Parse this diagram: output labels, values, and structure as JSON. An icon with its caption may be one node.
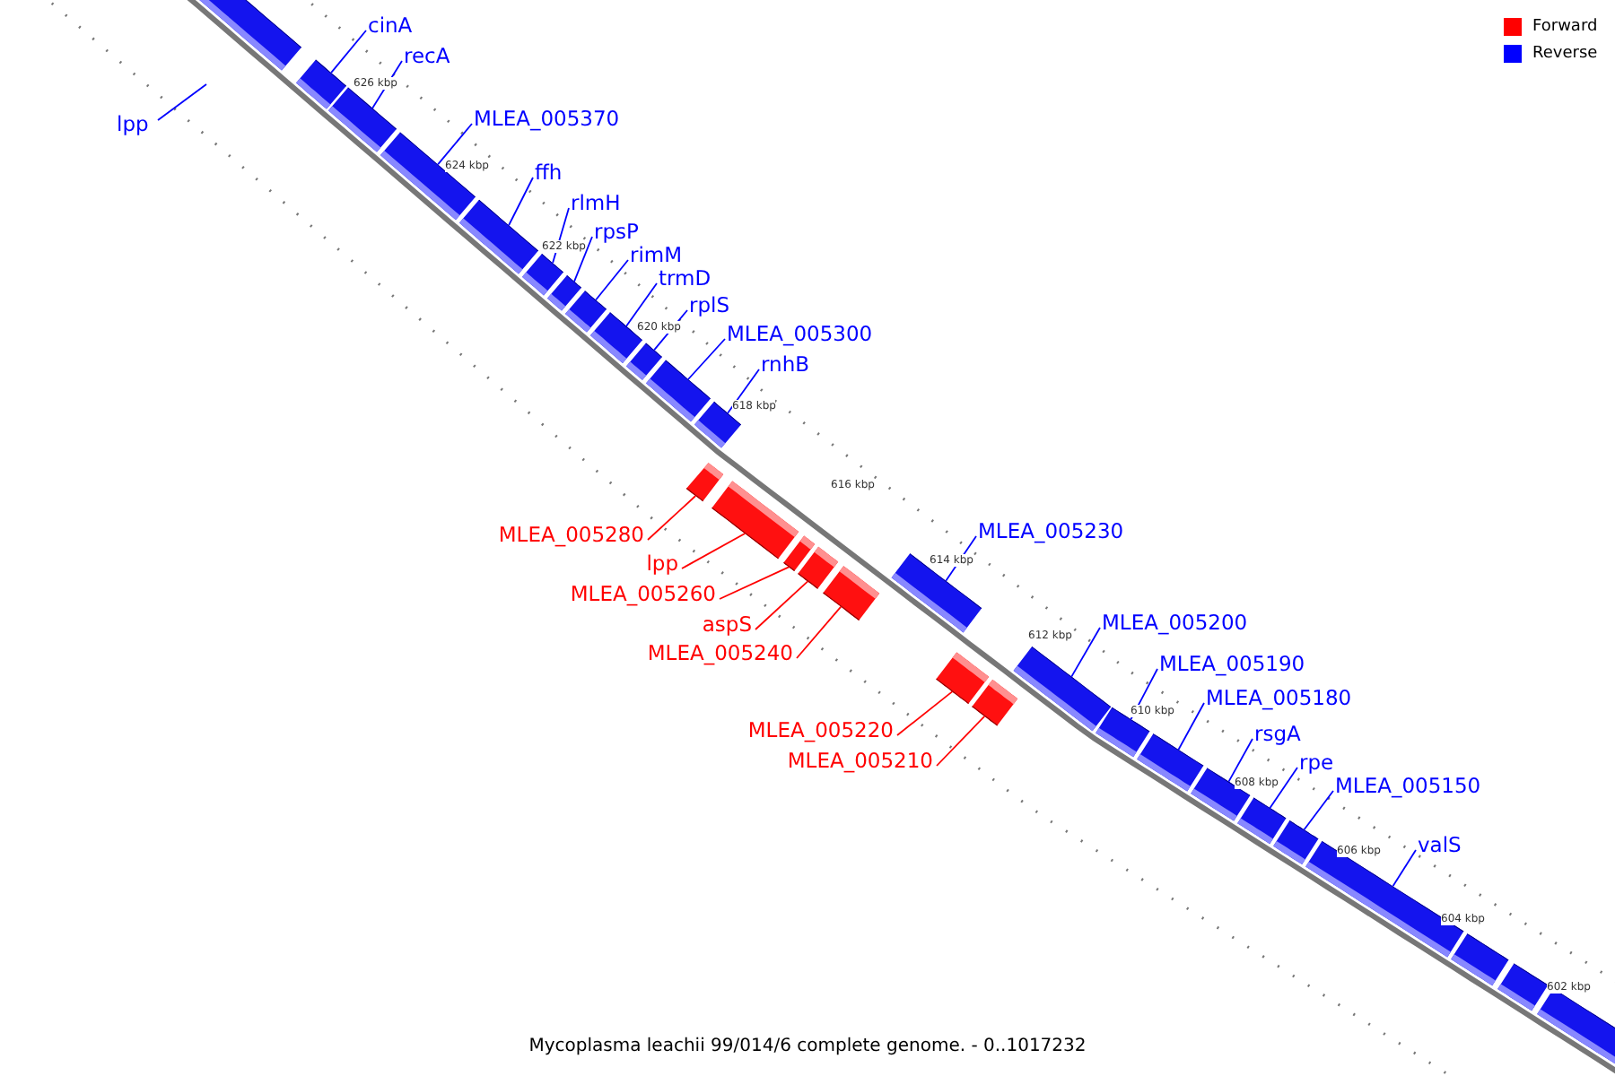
{
  "diagram": {
    "caption": "Mycoplasma leachii 99/014/6 complete genome. - 0..1017232",
    "nodes": [
      {
        "text": [
          "cinA"
        ]
      },
      {
        "text": [
          "recA"
        ]
      },
      {
        "text": [
          "MLEA_005370"
        ]
      },
      {
        "text": [
          "lpp"
        ]
      },
      {
        "text": [
          "ffh"
        ]
      },
      {
        "text": [
          "rlmH"
        ]
      },
      {
        "text": [
          "rpsP"
        ]
      },
      {
        "text": [
          "rimM"
        ]
      },
      {
        "text": [
          "trmD"
        ]
      },
      {
        "text": [
          "rplS"
        ]
      },
      {
        "text": [
          "MLEA_005300"
        ]
      },
      {
        "text": [
          "rnhB"
        ]
      },
      {
        "text": [
          "MLEA_005230"
        ]
      },
      {
        "text": [
          "MLEA_005280"
        ]
      },
      {
        "text": [
          "lpp"
        ]
      },
      {
        "text": [
          "MLEA_005260"
        ]
      },
      {
        "text": [
          "MLEA_005200"
        ]
      },
      {
        "text": [
          "aspS"
        ]
      },
      {
        "text": [
          "MLEA_005240"
        ]
      },
      {
        "text": [
          "MLEA_005190"
        ]
      },
      {
        "text": [
          "MLEA_005180"
        ]
      },
      {
        "text": [
          "MLEA_005220"
        ]
      },
      {
        "text": [
          "rsgA"
        ]
      },
      {
        "text": [
          "MLEA_005210"
        ]
      },
      {
        "text": [
          "rpe"
        ]
      },
      {
        "text": [
          "MLEA_005150"
        ]
      },
      {
        "text": [
          "valS"
        ]
      },
      {
        "text": [],
        "shape": "bar"
      },
      {
        "text": [],
        "shape": "bar"
      },
      {
        "text": [],
        "shape": "bar"
      },
      {
        "text": [],
        "shape": "bar"
      },
      {
        "text": [],
        "shape": "bar"
      },
      {
        "text": [],
        "shape": "bar"
      },
      {
        "text": [],
        "shape": "bar"
      },
      {
        "text": [],
        "shape": "bar"
      },
      {
        "text": [],
        "shape": "bar"
      },
      {
        "text": [],
        "shape": "bar"
      },
      {
        "text": [],
        "shape": "bar"
      },
      {
        "text": [],
        "shape": "bar"
      },
      {
        "text": [],
        "shape": "bar"
      },
      {
        "text": [],
        "shape": "bar"
      },
      {
        "text": [],
        "shape": "bar"
      },
      {
        "text": [],
        "shape": "bar"
      },
      {
        "text": [],
        "shape": "bar"
      },
      {
        "text": [],
        "shape": "bar"
      },
      {
        "text": [],
        "shape": "bar"
      },
      {
        "text": [],
        "shape": "bar"
      },
      {
        "text": [],
        "shape": "bar"
      },
      {
        "text": [],
        "shape": "bar"
      },
      {
        "text": [],
        "shape": "bar"
      },
      {
        "text": [],
        "shape": "bar"
      },
      {
        "text": [],
        "shape": "bar"
      },
      {
        "text": [],
        "shape": "bar"
      },
      {
        "text": [],
        "shape": "bar"
      },
      {
        "text": [],
        "shape": "bar"
      },
      {
        "text": [],
        "shape": "bar"
      },
      {
        "text": [],
        "shape": "bar"
      }
    ],
    "edges": [
      {
        "from": 0,
        "to": 28,
        "arrow": "none"
      },
      {
        "from": 1,
        "to": 29,
        "arrow": "none"
      },
      {
        "from": 2,
        "to": 30,
        "arrow": "none"
      },
      {
        "from": 3,
        "to": null,
        "arrow": "none"
      },
      {
        "from": 4,
        "to": 31,
        "arrow": "none"
      },
      {
        "from": 5,
        "to": 32,
        "arrow": "none"
      },
      {
        "from": 6,
        "to": 33,
        "arrow": "none"
      },
      {
        "from": 7,
        "to": 34,
        "arrow": "none"
      },
      {
        "from": 8,
        "to": 35,
        "arrow": "none"
      },
      {
        "from": 9,
        "to": 36,
        "arrow": "none"
      },
      {
        "from": 10,
        "to": 37,
        "arrow": "none"
      },
      {
        "from": 11,
        "to": 38,
        "arrow": "none"
      },
      {
        "from": 12,
        "to": 44,
        "arrow": "none"
      },
      {
        "from": 13,
        "to": 39,
        "arrow": "none",
        "color": "#ff0000"
      },
      {
        "from": 14,
        "to": 40,
        "arrow": "none",
        "color": "#ff0000"
      },
      {
        "from": 15,
        "to": 41,
        "arrow": "none",
        "color": "#ff0000"
      },
      {
        "from": 16,
        "to": 47,
        "arrow": "none"
      },
      {
        "from": 17,
        "to": 42,
        "arrow": "none",
        "color": "#ff0000"
      },
      {
        "from": 18,
        "to": 43,
        "arrow": "none",
        "color": "#ff0000"
      },
      {
        "from": 19,
        "to": 48,
        "arrow": "none"
      },
      {
        "from": 20,
        "to": 49,
        "arrow": "none"
      },
      {
        "from": 21,
        "to": 45,
        "arrow": "none",
        "color": "#ff0000"
      },
      {
        "from": 22,
        "to": 50,
        "arrow": "none"
      },
      {
        "from": 23,
        "to": 46,
        "arrow": "none",
        "color": "#ff0000"
      },
      {
        "from": 24,
        "to": 51,
        "arrow": "none"
      },
      {
        "from": 25,
        "to": 52,
        "arrow": "none"
      },
      {
        "from": 26,
        "to": 53,
        "arrow": "none"
      }
    ],
    "labels": [
      "626 kbp",
      "624 kbp",
      "622 kbp",
      "620 kbp",
      "618 kbp",
      "616 kbp",
      "614 kbp",
      "612 kbp",
      "610 kbp",
      "608 kbp",
      "606 kbp",
      "604 kbp",
      "602 kbp"
    ],
    "legend": [
      {
        "text": "Forward",
        "color": "#ff0000"
      },
      {
        "text": "Reverse",
        "color": "#0000ff"
      }
    ]
  }
}
